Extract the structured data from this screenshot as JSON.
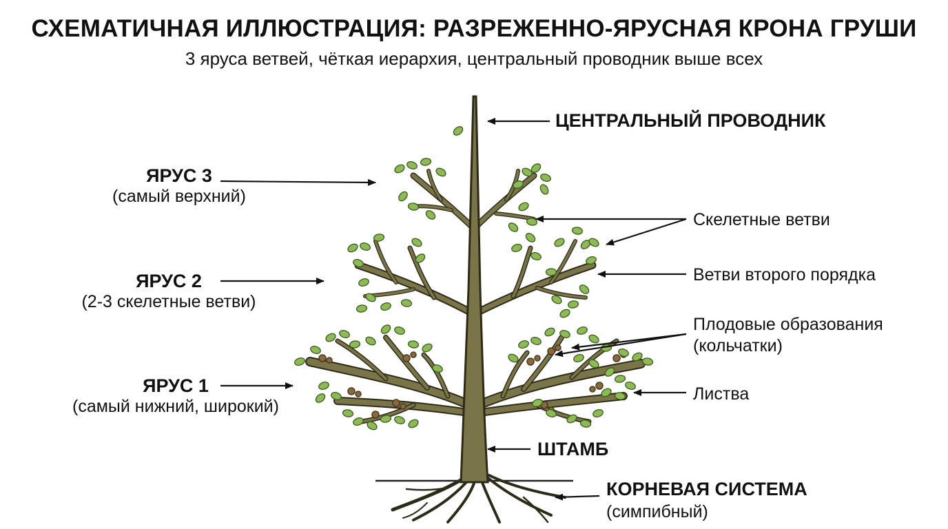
{
  "title": "СХЕМАТИЧНАЯ ИЛЛЮСТРАЦИЯ: РАЗРЕЖЕННО-ЯРУСНАЯ КРОНА ГРУШИ",
  "subtitle": "3 яруса ветвей, чёткая иерархия, центральный проводник выше всех",
  "tiers": [
    {
      "name": "ЯРУС 3",
      "note": "(самый верхний)"
    },
    {
      "name": "ЯРУС 2",
      "note": "(2-3 скелетные ветви)"
    },
    {
      "name": "ЯРУС 1",
      "note": "(самый нижний, широкий)"
    }
  ],
  "labels": {
    "leader": "ЦЕНТРАЛЬНЫЙ ПРОВОДНИК",
    "skeletal": "Скелетные ветви",
    "second_order": "Ветви второго порядка",
    "fruiting_1": "Плодовые образования",
    "fruiting_2": "(кольчатки)",
    "foliage": "Листва",
    "trunk": "ШТАМБ",
    "roots_1": "КОРНЕВАЯ СИСТЕМА",
    "roots_2": "(симпибный)"
  },
  "colors": {
    "bark": "#7a7449",
    "bark_outline": "#2e2a18",
    "leaf": "#8db956",
    "leaf_outline": "#3a5a1c",
    "spur": "#8a6a3c",
    "arrow": "#111111"
  }
}
